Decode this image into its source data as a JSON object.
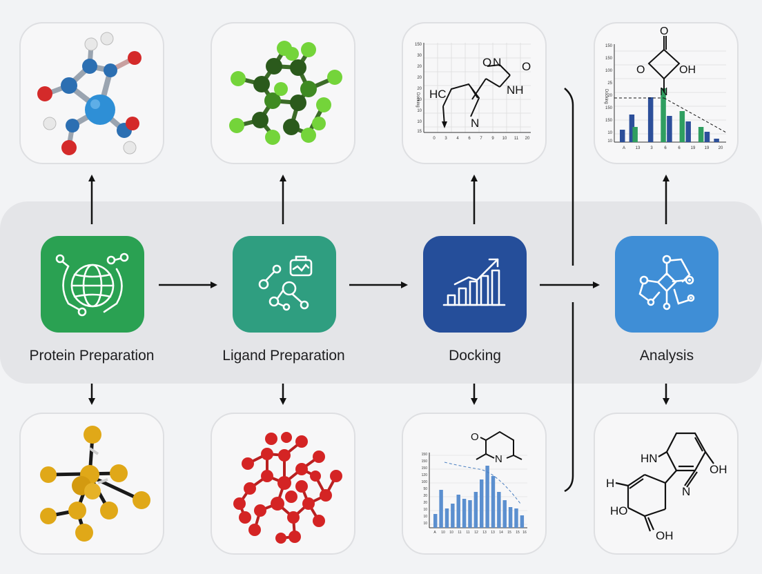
{
  "stages": [
    {
      "label": "Protein Preparation",
      "tile_color": "#2aa152",
      "icon": "globe-network-icon"
    },
    {
      "label": "Ligand Preparation",
      "tile_color": "#2f9e80",
      "icon": "molecule-nodes-icon"
    },
    {
      "label": "Docking",
      "tile_color": "#254e9a",
      "icon": "bar-chart-trend-icon"
    },
    {
      "label": "Analysis",
      "tile_color": "#3f8ed6",
      "icon": "network-graph-icon"
    }
  ],
  "cards": {
    "docking_top": {
      "chem": {
        "hc": "HC",
        "o": "O",
        "n": "N",
        "o2": "O",
        "nh": "NH",
        "n_ring": "N"
      },
      "ylabel": "Docking",
      "y_ticks": [
        "150",
        "30",
        "20",
        "20",
        "20",
        "10",
        "10",
        "10",
        "15"
      ],
      "x_ticks": [
        "0",
        "3",
        "4",
        "6",
        "7",
        "9",
        "10",
        "11",
        "20"
      ]
    },
    "analysis_top": {
      "chem": {
        "o": "O",
        "oh": "OH",
        "o_left": "O",
        "n": "N"
      },
      "ylabel": "Docking",
      "y_ticks": [
        "150",
        "150",
        "100",
        "25",
        "20",
        "150",
        "150",
        "10",
        "10"
      ],
      "x_ticks": [
        "A",
        "13",
        "3",
        "6",
        "6",
        "19",
        "19",
        "20"
      ],
      "chart_data": {
        "type": "bar",
        "series": [
          {
            "values": [
              18,
              40,
              0,
              65,
              0,
              38,
              0,
              30,
              0,
              15,
              5
            ]
          },
          {
            "values": [
              0,
              22,
              0,
              0,
              78,
              0,
              45,
              0,
              22,
              0,
              0
            ]
          }
        ]
      }
    },
    "docking_bottom": {
      "chem": {
        "o": "O",
        "n": "N"
      },
      "y_ticks": [
        "150",
        "150",
        "150",
        "120",
        "100",
        "50",
        "20",
        "20",
        "10",
        "10",
        "10"
      ],
      "x_ticks": [
        "A",
        "10",
        "10",
        "11",
        "11",
        "12",
        "13",
        "13",
        "14",
        "15",
        "15",
        "16"
      ],
      "chart_data": {
        "type": "bar",
        "values": [
          20,
          55,
          28,
          35,
          48,
          42,
          40,
          52,
          70,
          90,
          75,
          52,
          40,
          30,
          28,
          18
        ]
      }
    },
    "analysis_bottom": {
      "chem": {
        "hn": "HN",
        "oh_right": "OH",
        "n": "N",
        "h": "H",
        "ho": "HO",
        "oh_bottom": "OH"
      }
    }
  }
}
